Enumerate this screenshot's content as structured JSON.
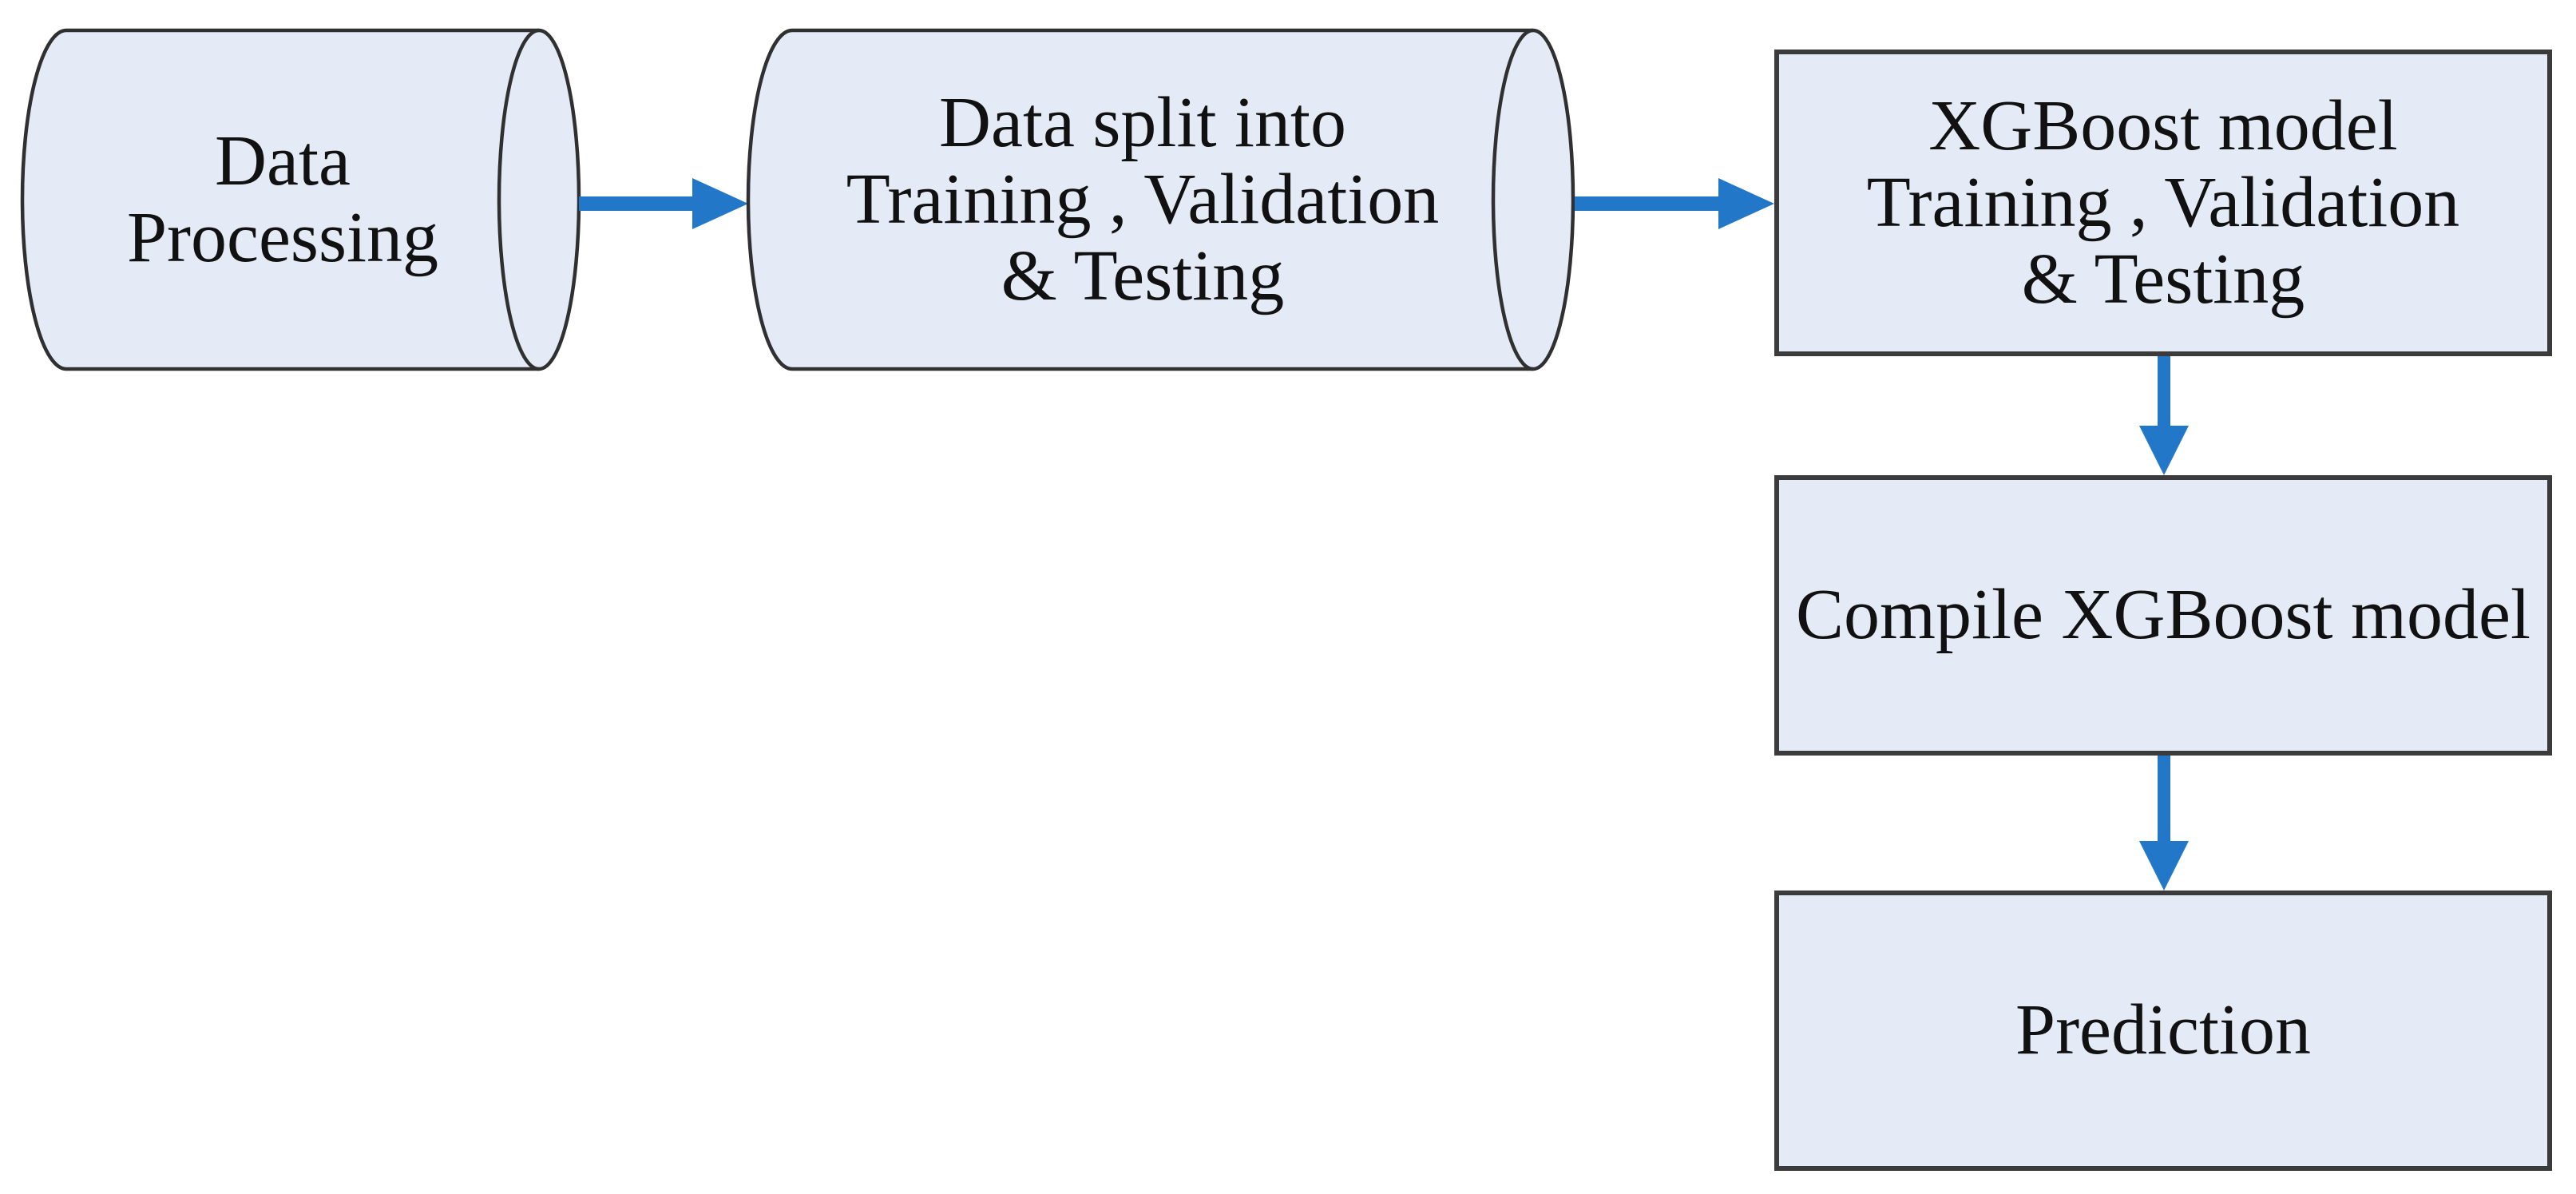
{
  "figure": {
    "type": "flowchart",
    "description": "XGBoost model workflow"
  },
  "nodes": [
    {
      "id": "data-processing",
      "shape": "cylinder",
      "label": "Data\nProcessing"
    },
    {
      "id": "data-split",
      "shape": "cylinder",
      "label": "Data split into\nTraining , Validation\n& Testing"
    },
    {
      "id": "xgboost-training",
      "shape": "rect",
      "label": "XGBoost model\nTraining , Validation\n& Testing"
    },
    {
      "id": "compile-model",
      "shape": "rect",
      "label": "Compile XGBoost model"
    },
    {
      "id": "prediction",
      "shape": "rect",
      "label": "Prediction"
    }
  ],
  "edges": [
    {
      "from": "data-processing",
      "to": "data-split",
      "direction": "right"
    },
    {
      "from": "data-split",
      "to": "xgboost-training",
      "direction": "right"
    },
    {
      "from": "xgboost-training",
      "to": "compile-model",
      "direction": "down"
    },
    {
      "from": "compile-model",
      "to": "prediction",
      "direction": "down"
    }
  ],
  "colors": {
    "background": "#ffffff",
    "node_fill": "#e4ebf6",
    "node_border": "#3b3b3b",
    "cylinder_border": "#303030",
    "arrow": "#2277c8",
    "text": "#111111"
  }
}
